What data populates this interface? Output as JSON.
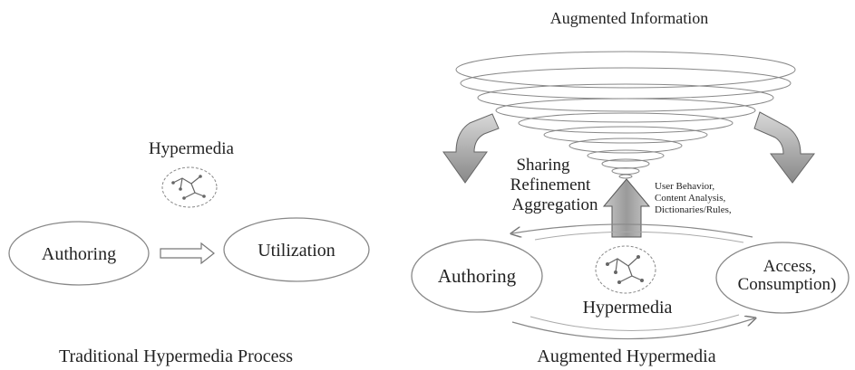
{
  "left_panel": {
    "caption": "Traditional Hypermedia Process",
    "hypermedia_label": "Hypermedia",
    "authoring_label": "Authoring",
    "utilization_label": "Utilization"
  },
  "right_panel": {
    "title": "Augmented Information",
    "caption": "Augmented Hypermedia",
    "sharing_label": "Sharing",
    "refinement_label": "Refinement",
    "aggregation_label": "Aggregation",
    "sources": [
      "User Behavior,",
      "Content Analysis,",
      "Dictionaries/Rules,"
    ],
    "authoring_label": "Authoring",
    "access_label": "Access,",
    "consumption_label": "Consumption)",
    "hypermedia_label": "Hypermedia"
  },
  "colors": {
    "stroke": "#777777",
    "text": "#222222",
    "arrow_fill": "#9a9a9a"
  }
}
